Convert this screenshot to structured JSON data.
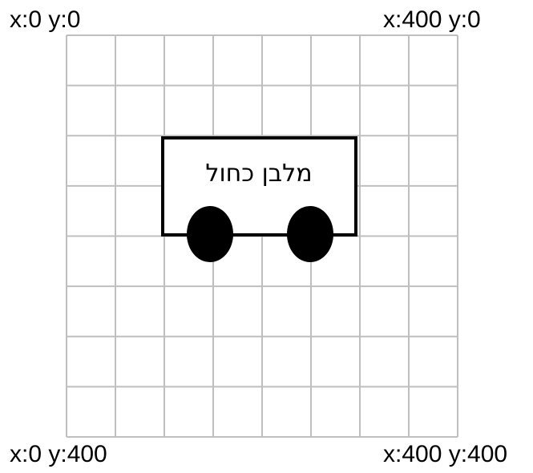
{
  "corners": {
    "top_left": "x:0 y:0",
    "top_right": "x:400 y:0",
    "bottom_left": "x:0 y:400",
    "bottom_right": "x:400 y:400"
  },
  "grid": {
    "columns": 8,
    "rows": 8,
    "line_color": "#bfbfbf"
  },
  "cart": {
    "label": "מלבן כחול",
    "body_stroke": "#000000",
    "body_fill": "#ffffff",
    "wheel_fill": "#000000",
    "wheel_count": 2
  }
}
